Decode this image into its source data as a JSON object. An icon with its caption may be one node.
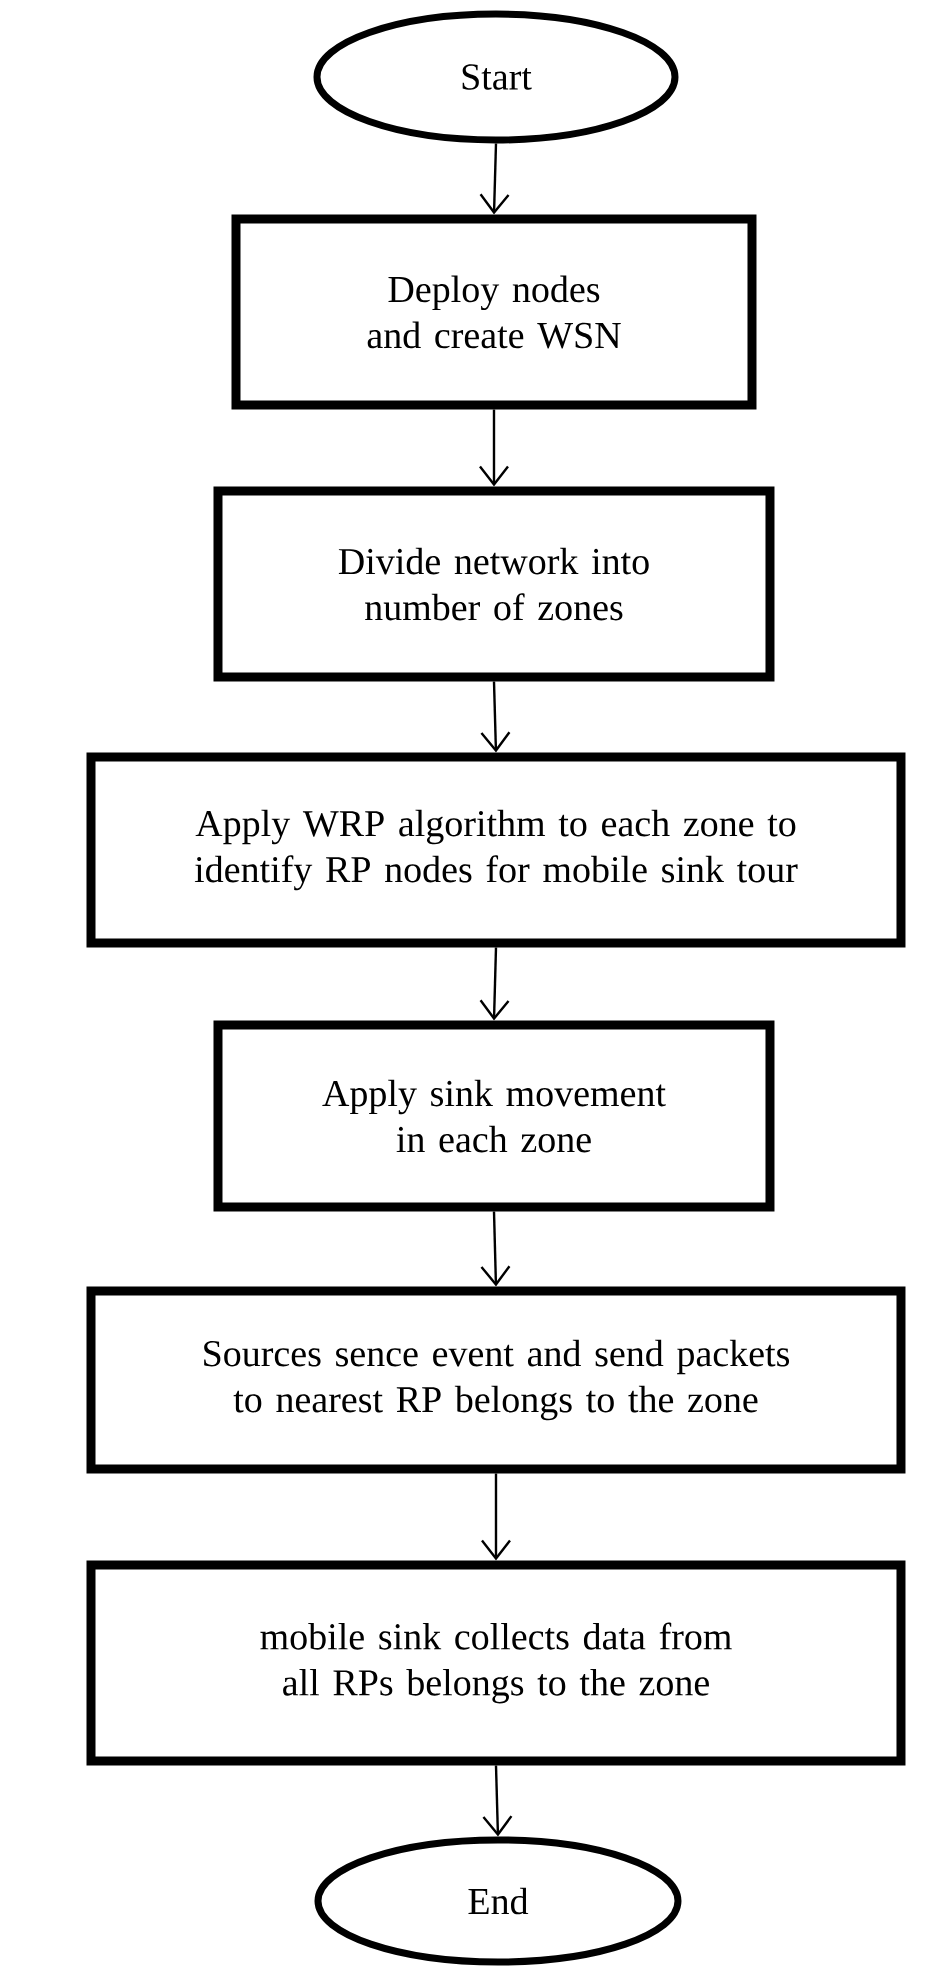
{
  "diagram": {
    "nodes": [
      {
        "text": [
          "Start"
        ]
      },
      {
        "text": [
          "Deploy nodes and create WSN"
        ]
      },
      {
        "text": [
          "Divide network into number of zones"
        ]
      },
      {
        "text": [
          "Apply WRP algorithm to each zone to identify RP nodes for mobile sink tour"
        ]
      },
      {
        "text": [
          "Apply sink movement in each zone"
        ]
      },
      {
        "text": [
          "Sources sence event and send packets to nearest RP belongs to the zone"
        ]
      },
      {
        "text": [
          "mobile sink collects data from all RPs belongs to the zone"
        ]
      },
      {
        "text": [
          "End"
        ]
      }
    ],
    "edges": [
      {
        "from": 0,
        "to": 1,
        "arrow": "to"
      },
      {
        "from": 1,
        "to": 2,
        "arrow": "to"
      },
      {
        "from": 2,
        "to": 3,
        "arrow": "to"
      },
      {
        "from": 3,
        "to": 4,
        "arrow": "to"
      },
      {
        "from": 4,
        "to": 5,
        "arrow": "to"
      },
      {
        "from": 5,
        "to": 6,
        "arrow": "to"
      },
      {
        "from": 6,
        "to": 7,
        "arrow": "to"
      }
    ]
  }
}
